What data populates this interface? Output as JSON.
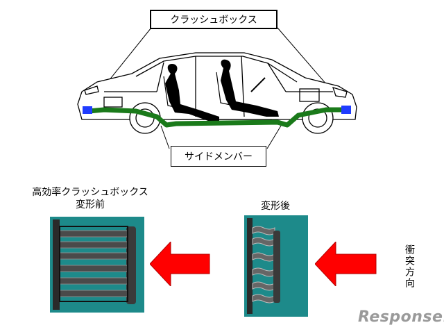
{
  "top_callout": {
    "label": "クラッシュボックス"
  },
  "bottom_callout": {
    "label": "サイドメンバー"
  },
  "before_caption": {
    "line1": "高効率クラッシュボックス",
    "line2": "変形前"
  },
  "after_caption": {
    "label": "変形後"
  },
  "impact_direction": {
    "label": "衝突方向"
  },
  "watermark": {
    "text": "Response."
  },
  "colors": {
    "arrow_red": "#ff0000",
    "member_green": "#1a7a1a",
    "crashbox_blue": "#1f3cff",
    "photo_teal": "#1d8a8a"
  }
}
